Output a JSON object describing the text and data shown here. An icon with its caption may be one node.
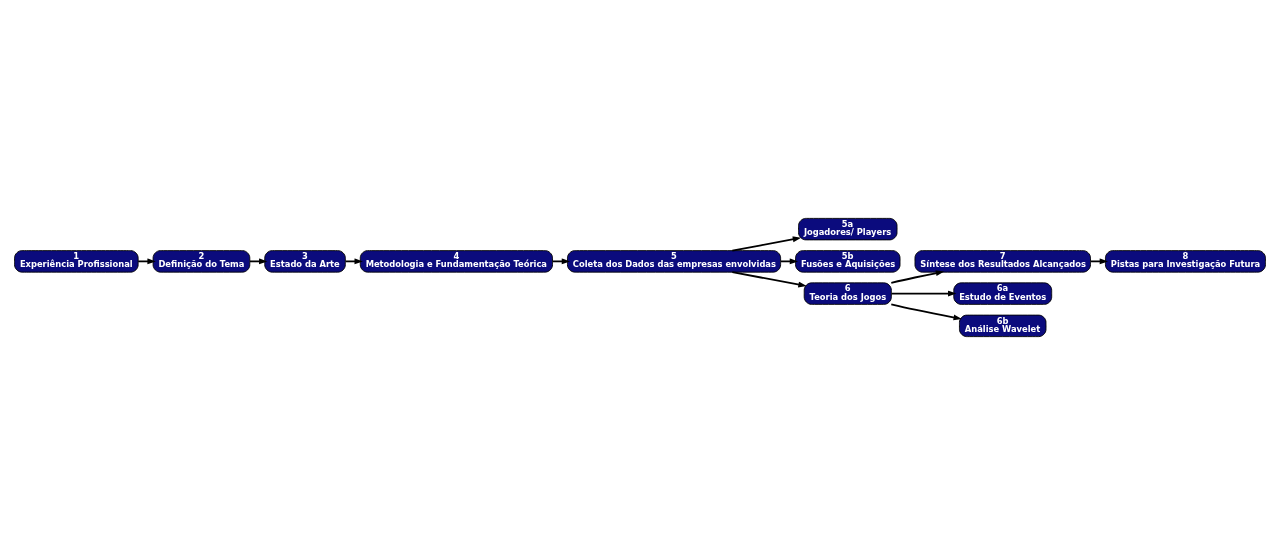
{
  "diagram": {
    "nodes": [
      {
        "text": [
          "1",
          "Experiência Profissional"
        ]
      },
      {
        "text": [
          "2",
          "Definição do Tema"
        ]
      },
      {
        "text": [
          "3",
          "Estado da Arte"
        ]
      },
      {
        "text": [
          "4",
          "Metodologia e Fundamentação Teórica"
        ]
      },
      {
        "text": [
          "5a",
          "Jogadores/ Players"
        ]
      },
      {
        "text": [
          "5",
          "Coleta dos Dados das empresas envolvidas"
        ]
      },
      {
        "text": [
          "5b",
          "Fusões e Aquisições"
        ]
      },
      {
        "text": [
          "8",
          "Pistas para Investigação Futura"
        ]
      },
      {
        "text": [
          "7",
          "Síntese dos Resultados Alcançados"
        ]
      },
      {
        "text": [
          "6",
          "Teoria dos Jogos"
        ]
      },
      {
        "text": [
          "6a",
          "Estudo de Eventos"
        ]
      },
      {
        "text": [
          "6b",
          "Análise Wavelet"
        ]
      }
    ],
    "edges": [
      {
        "from": 0,
        "to": 1,
        "arrow": "to"
      },
      {
        "from": 1,
        "to": 2,
        "arrow": "to"
      },
      {
        "from": 2,
        "to": 3,
        "arrow": "to"
      },
      {
        "from": 3,
        "to": 5,
        "arrow": "to"
      },
      {
        "from": 5,
        "to": 4,
        "arrow": "to"
      },
      {
        "from": 5,
        "to": 6,
        "arrow": "to"
      },
      {
        "from": 5,
        "to": 9,
        "arrow": "to"
      },
      {
        "from": 9,
        "to": 8,
        "arrow": "to"
      },
      {
        "from": 8,
        "to": 7,
        "arrow": "to"
      },
      {
        "from": 9,
        "to": 10,
        "arrow": "to"
      },
      {
        "from": 9,
        "to": 11,
        "arrow": "to"
      }
    ]
  }
}
